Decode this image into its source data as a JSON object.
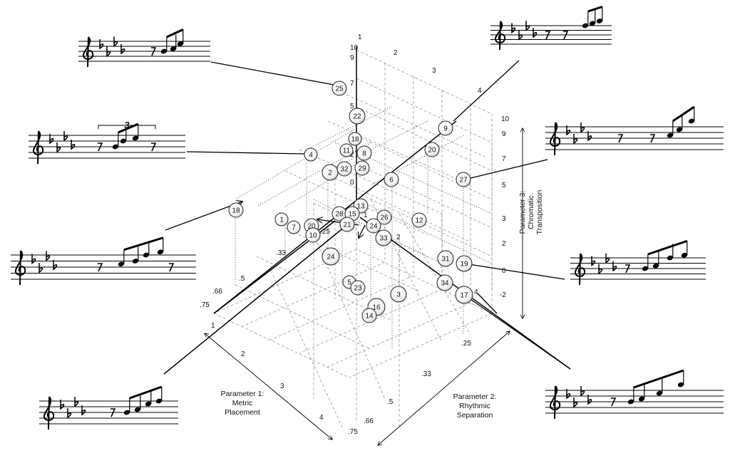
{
  "axes": {
    "metric": {
      "title_lines": [
        "Parameter 1:",
        "Metric",
        "Placement"
      ],
      "ticks": [
        ".75",
        ".66",
        ".5",
        ".33",
        "1",
        "2",
        "3",
        "4"
      ]
    },
    "rhythmic": {
      "title_lines": [
        "Parameter 2:",
        "Rhythmic",
        "Separation"
      ],
      "ticks": [
        ".25",
        ".33",
        ".5",
        ".66",
        ".75",
        "1",
        "2",
        "3",
        "4"
      ]
    },
    "chromatic": {
      "title_lines": [
        "Parameter 3:",
        "Chromatic",
        "Transposition"
      ],
      "ticks": [
        "10",
        "9",
        "7",
        "5",
        "3",
        "2",
        "0",
        "-2"
      ]
    },
    "inner_ticks": [
      "1",
      "10",
      "9",
      "7",
      "5",
      "2",
      "3",
      "4",
      "2",
      "0",
      ".25",
      ".33",
      ".5",
      "1",
      "2",
      "4"
    ]
  },
  "nodes": [
    "25",
    "22",
    "18",
    "11",
    "8",
    "4",
    "2",
    "32",
    "29",
    "9",
    "20",
    "6",
    "27",
    "13",
    "18",
    "1",
    "28",
    "15",
    "26",
    "12",
    "20",
    "7",
    "24",
    "21",
    "10",
    "33",
    "24",
    "31",
    "19",
    "34",
    "17",
    "5",
    "23",
    "3",
    "16",
    "14"
  ],
  "staff_annotations": {
    "tuplet": "3"
  },
  "icons": {
    "clef": "treble-clef-icon",
    "flat": "flat-sign-icon",
    "rest": "rest-icon",
    "note": "note-icon"
  }
}
